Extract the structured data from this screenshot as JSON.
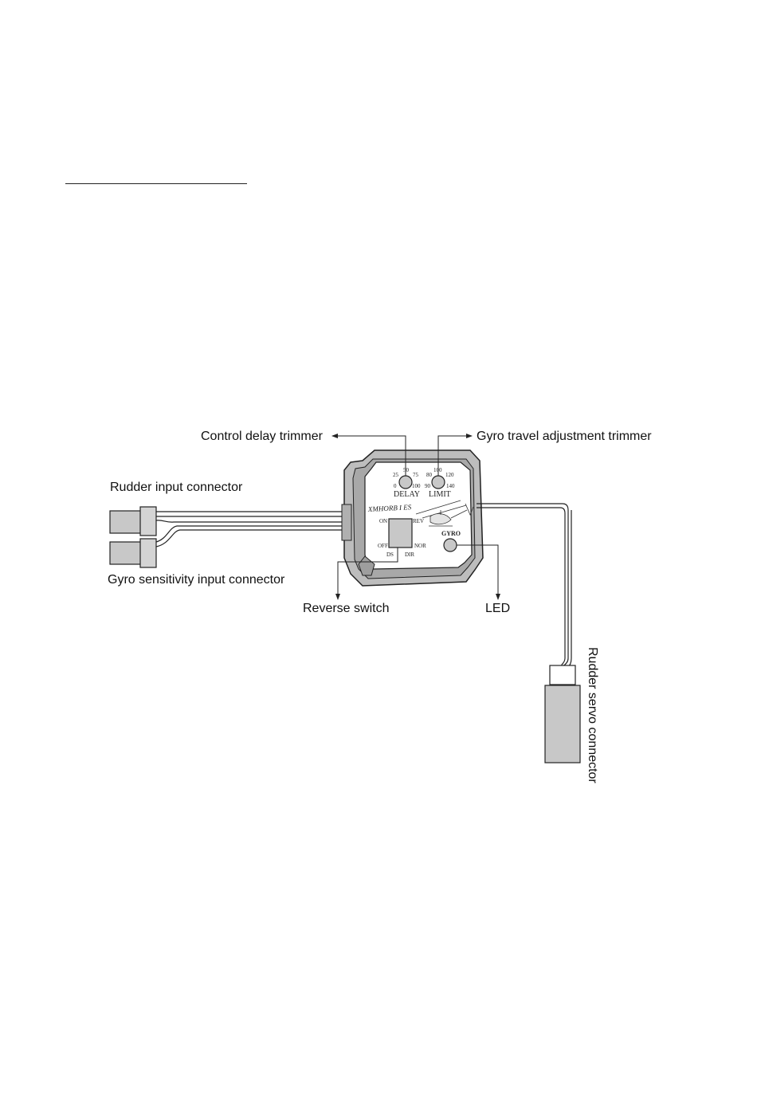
{
  "callouts": {
    "control_delay_trimmer": "Control delay trimmer",
    "gyro_travel_adjustment_trimmer": "Gyro travel adjustment trimmer",
    "rudder_input_connector": "Rudder input connector",
    "gyro_sensitivity_input_connector": "Gyro sensitivity input connector",
    "reverse_switch": "Reverse switch",
    "led": "LED",
    "rudder_servo_connector": "Rudder servo connector"
  },
  "panel": {
    "brand": "XMHORB I ES",
    "delay_label": "DELAY",
    "limit_label": "LIMIT",
    "delay_scale": [
      "25",
      "50",
      "75",
      "0",
      "100"
    ],
    "limit_scale": [
      "80",
      "100",
      "120",
      "90",
      "140"
    ],
    "switch_on": "ON",
    "switch_off": "OFF",
    "switch_rev": "REV",
    "switch_nor": "NOR",
    "ds_label": "DS",
    "dir_label": "DIR",
    "gyro_label": "GYRO"
  },
  "colors": {
    "line": "#222222",
    "housing": "#bdbdbd",
    "connector": "#c8c8c8",
    "panel": "#ffffff"
  }
}
